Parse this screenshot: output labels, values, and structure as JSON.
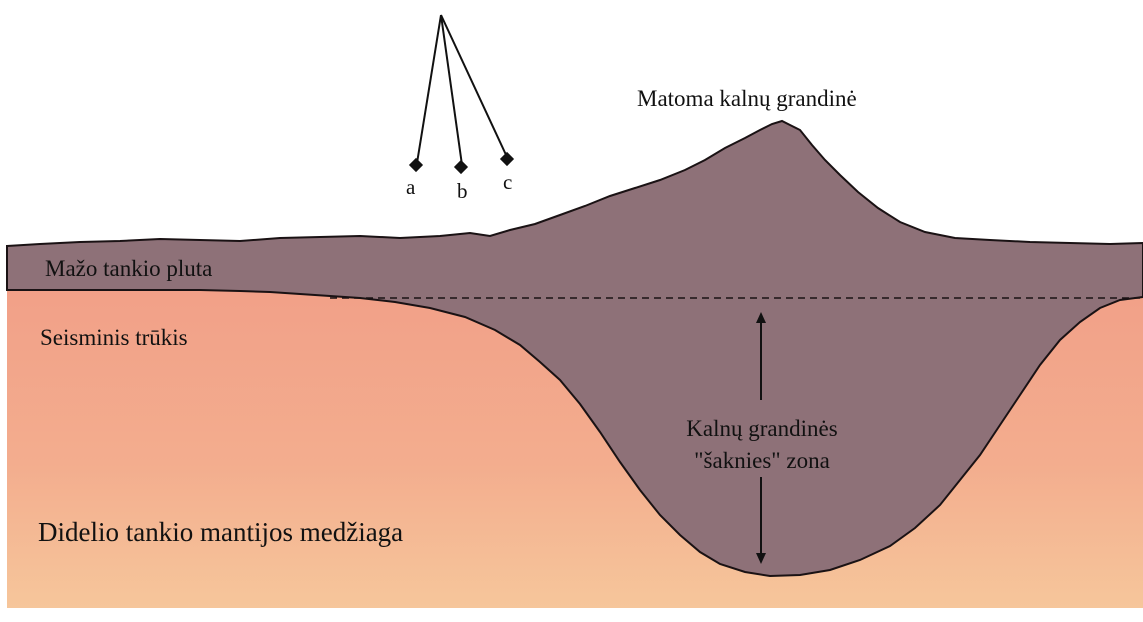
{
  "labels": {
    "mountain_range": "Matoma kalnų grandinė",
    "low_density_crust": "Mažo tankio pluta",
    "seismic_discontinuity": "Seisminis trūkis",
    "root_zone_line1": "Kalnų grandinės",
    "root_zone_line2": "\"šaknies\" zona",
    "high_density_mantle": "Didelio tankio mantijos medžiaga"
  },
  "pendulums": [
    {
      "label": "a"
    },
    {
      "label": "b"
    },
    {
      "label": "c"
    }
  ],
  "colors": {
    "crust": "#8e7178",
    "crust_outline": "#1a1214",
    "mantle_top": "#f2a088",
    "mantle_bottom": "#f6c499",
    "background": "#ffffff",
    "ink": "#111111"
  }
}
